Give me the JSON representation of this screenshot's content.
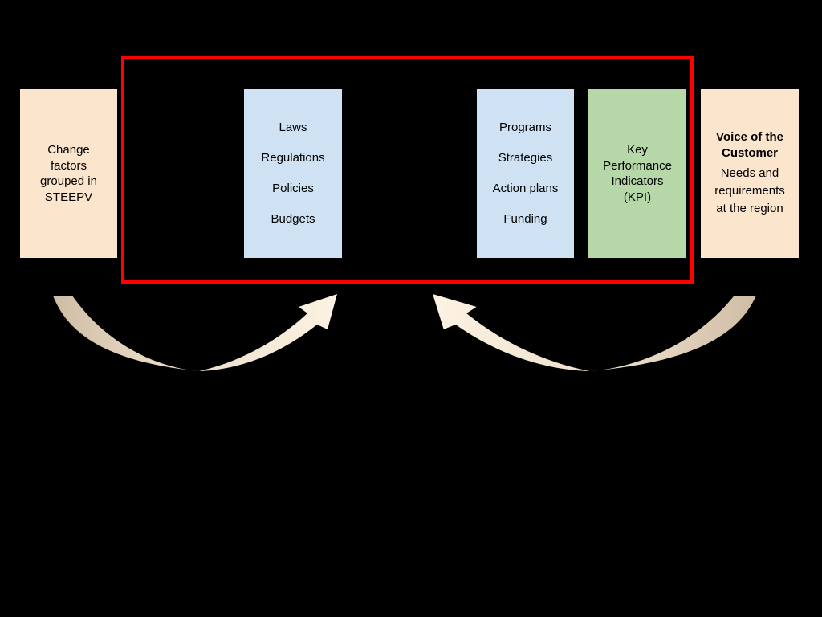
{
  "canvas": {
    "background": "#000000"
  },
  "colors": {
    "peach": "#fce5cd",
    "blue": "#cfe2f3",
    "green": "#b6d7a8",
    "red": "#ff0000",
    "text": "#000000",
    "arrow_tail": "#cfbca4",
    "arrow_mid": "#e9dac4",
    "arrow_head": "#fdf2e3"
  },
  "boxes": {
    "change_factors": {
      "lines": [
        "Change",
        "factors",
        "grouped in",
        "STEEPV"
      ]
    },
    "laws": {
      "items": [
        "Laws",
        "Regulations",
        "Policies",
        "Budgets"
      ]
    },
    "programs": {
      "items": [
        "Programs",
        "Strategies",
        "Action plans",
        "Funding"
      ]
    },
    "kpi": {
      "lines": [
        "Key",
        "Performance",
        "Indicators",
        "(KPI)"
      ]
    },
    "voice": {
      "title_lines": [
        "Voice of the",
        "Customer"
      ],
      "body_lines": [
        "Needs and",
        "requirements",
        "at the region"
      ]
    }
  },
  "arrows": {
    "left": "curved-swoosh-arrow-up",
    "right": "curved-swoosh-arrow-up"
  }
}
